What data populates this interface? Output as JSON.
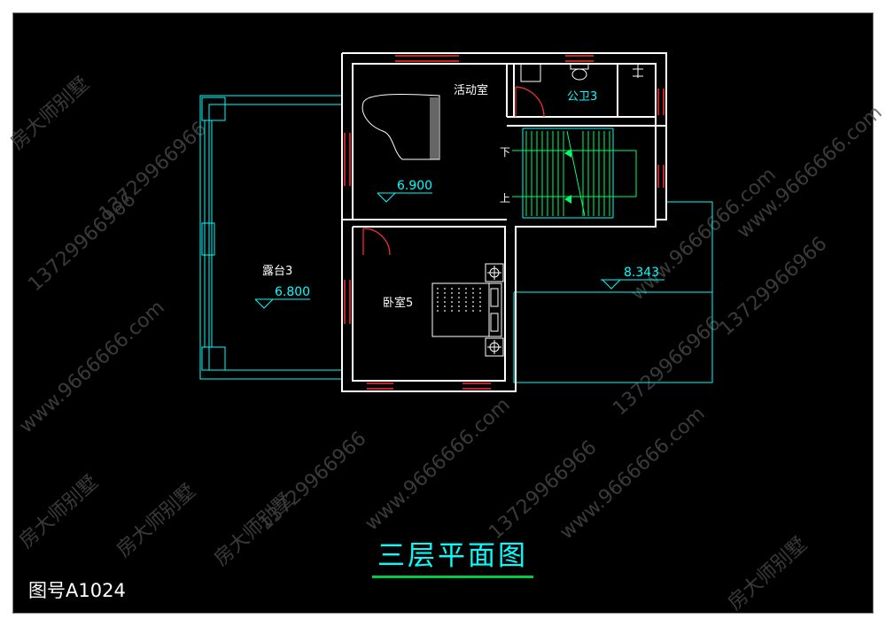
{
  "drawing": {
    "title": "三层平面图",
    "number": "图号A1024"
  },
  "rooms": {
    "activity": "活动室",
    "bath": "公卫3",
    "terrace": "露台3",
    "bedroom": "卧室5"
  },
  "elevations": {
    "activity": "6.900",
    "terrace": "6.800",
    "roof": "8.343"
  },
  "stairs": {
    "down": "下",
    "up": "上"
  },
  "watermark": {
    "phone": "13729966966",
    "site": "www.9666666.com",
    "brand": "房大师别墅"
  },
  "colors": {
    "background": "#000000",
    "wall": "#ffffff",
    "line": "#00ffff",
    "window": "#ff3030",
    "stair": "#00ff66",
    "title": "#00ffff",
    "watermark": "#5a5a5a"
  }
}
